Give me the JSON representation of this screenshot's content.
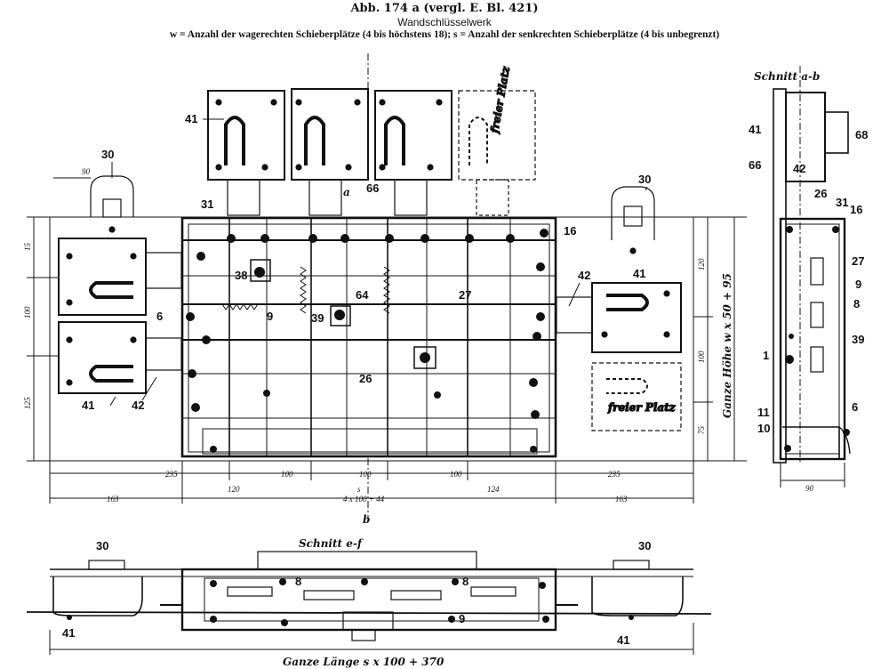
{
  "header": {
    "title": "Abb. 174 a (vergl. E. Bl. 421)",
    "subtitle": "Wandschlüsselwerk",
    "legend": "w = Anzahl der wagerechten Schieberplätze (4 bis höchstens 18); s = Anzahl der senkrechten Schieberplätze (4 bis unbegrenzt)"
  },
  "views": {
    "side_section_title": "Schnitt a-b",
    "front_view_mark": "a",
    "bottom_view_mark": "b",
    "bottom_section_title": "Schnitt e-f"
  },
  "front_labels": {
    "l30a": "30",
    "l30b": "30",
    "l31": "31",
    "l41a": "41",
    "l41b": "41",
    "l41c": "41",
    "l42a": "42",
    "l42b": "42",
    "l16": "16",
    "l38": "38",
    "l39": "39",
    "l9": "9",
    "l64": "64",
    "l27": "27",
    "l26": "26",
    "l6": "6",
    "l66": "66"
  },
  "side_labels": {
    "l41": "41",
    "l66": "66",
    "l42": "42",
    "l26": "26",
    "l31": "31",
    "l16": "16",
    "l27": "27",
    "l9": "9",
    "l8": "8",
    "l39": "39",
    "l1": "1",
    "l11": "11",
    "l10": "10",
    "l6": "6",
    "l68": "68"
  },
  "bottom_labels": {
    "l30a": "30",
    "l30b": "30",
    "l41a": "41",
    "l41b": "41",
    "l8a": "8",
    "l8b": "8",
    "l9": "9"
  },
  "dimensions": {
    "d90_top": "90",
    "d235_left": "235",
    "d100_a": "100",
    "d100_b": "100",
    "d100_c": "100",
    "d235_right": "235",
    "d163_left": "163",
    "d120": "120",
    "d124": "124",
    "d163_right": "163",
    "d_formula_w": "4 x 100 + 44",
    "d_s": "s",
    "d15": "15",
    "d100_left": "100",
    "d125": "125",
    "d120_right": "120",
    "d100_right": "100",
    "d75": "75",
    "d90_side": "90"
  },
  "vertical_labels": {
    "total_height": "Ganze Höhe w x 50 + 95"
  },
  "bottom_caption": {
    "total_length": "Ganze Länge s x 100 + 370"
  },
  "plate_texts": {
    "spare": "freier Platz",
    "spare_rot": "freier Platz"
  }
}
